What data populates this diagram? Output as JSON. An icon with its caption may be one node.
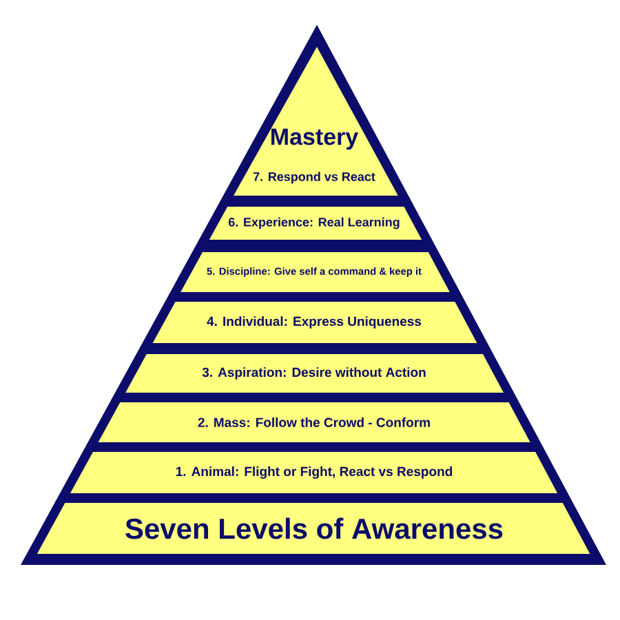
{
  "diagram": {
    "nodes": [
      {
        "text": [
          "Mastery",
          "7. Respond vs React"
        ]
      },
      {
        "text": [
          "6. Experience: Real Learning"
        ]
      },
      {
        "text": [
          "5. Discipline: Give self a command & keep it"
        ]
      },
      {
        "text": [
          "4. Individual: Express Uniqueness"
        ]
      },
      {
        "text": [
          "3. Aspiration: Desire without Action"
        ]
      },
      {
        "text": [
          "2. Mass: Follow the Crowd - Conform"
        ]
      },
      {
        "text": [
          "1. Animal: Flight or Fight, React vs Respond"
        ]
      },
      {
        "text": [
          "Seven Levels of Awareness"
        ]
      }
    ]
  }
}
